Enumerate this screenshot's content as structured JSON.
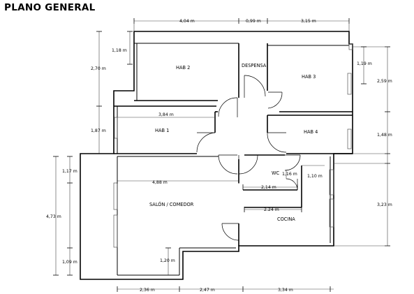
{
  "title": "PLANO GENERAL",
  "rooms": {
    "hab2": "HAB 2",
    "despensa": "DESPENSA",
    "hab3": "HAB 3",
    "hab1": "HAB 1",
    "hab4": "HAB  4",
    "wc": "WC",
    "salon": "SALÓN / COMEDOR",
    "cocina": "COCINA"
  },
  "dimensions": {
    "top_hab2": "4,04 m",
    "top_despensa": "0,99 m",
    "top_hab3": "3,15 m",
    "left_1_18": "1,18 m",
    "left_2_70": "2,70 m",
    "left_1_87": "1,87 m",
    "left_1_17": "1,17 m",
    "left_4_73": "4,73 m",
    "left_1_09": "1,09 m",
    "right_1_19": "1,19 m",
    "right_2_59": "2,59 m",
    "right_1_48": "1,48 m",
    "right_1_10": "1,10 m",
    "right_3_23": "3,23 m",
    "hab1_width": "3,84 m",
    "salon_width": "4,88 m",
    "wc_1_16": "1,16 m",
    "wc_2_14": "2,14 m",
    "cocina_2_24": "2.24 m",
    "salon_1_20": "1,20 m",
    "bottom_2_36": "2,36 m",
    "bottom_2_47": "2,47 m",
    "bottom_3_34": "3,34 m"
  }
}
